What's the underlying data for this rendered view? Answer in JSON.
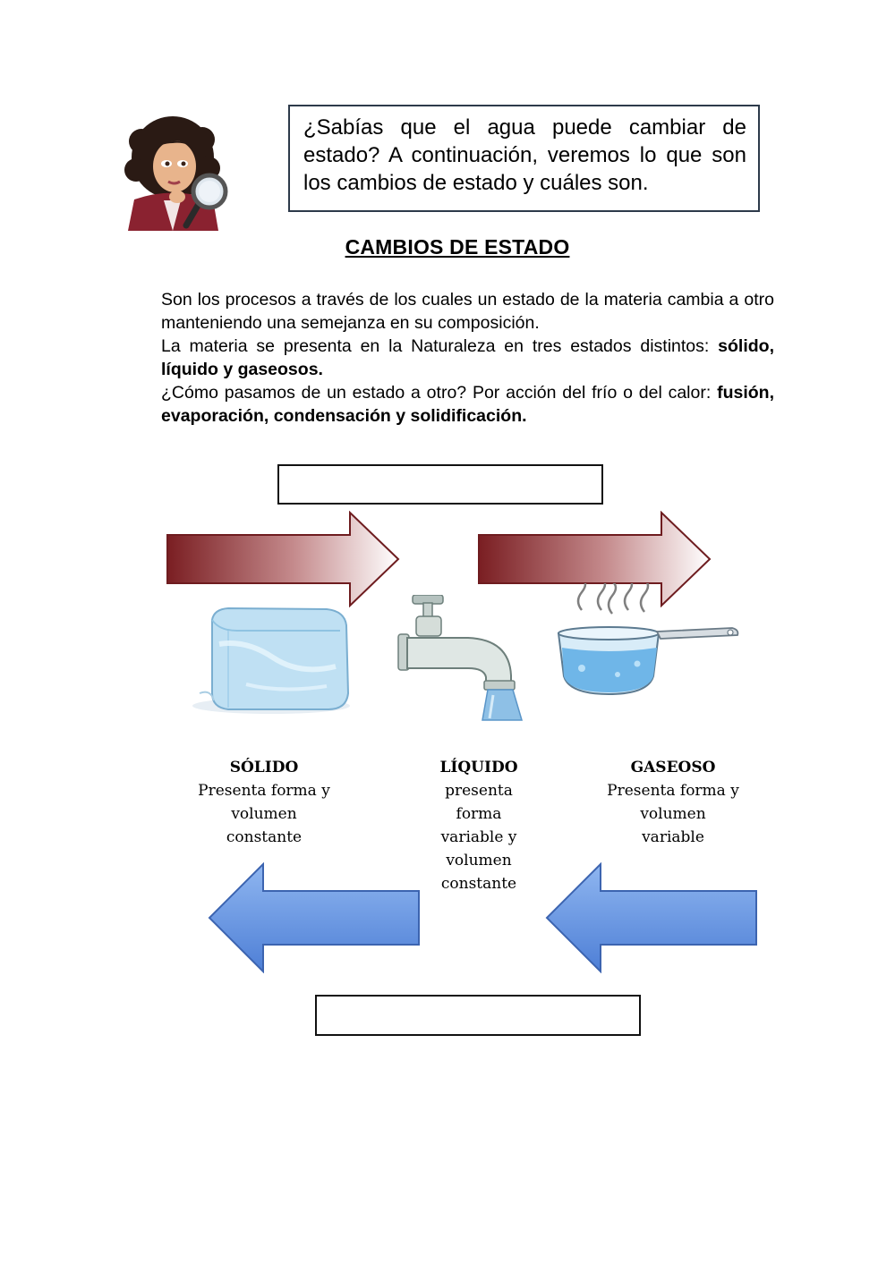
{
  "intro": {
    "text": "¿Sabías que el agua puede cambiar de estado? A continuación, veremos lo que son los cambios de estado y cuáles son."
  },
  "heading": "CAMBIOS DE ESTADO",
  "body": {
    "p1": "Son los procesos a través de los cuales un estado de la materia cambia a otro manteniendo una semejanza en su composición.",
    "p2_a": "La materia se presenta en la Naturaleza en tres estados distintos: ",
    "p2_b": "sólido, líquido y gaseosos.",
    "p3_a": "¿Cómo pasamos de un estado a otro? Por acción del frío o del calor: ",
    "p3_b": "fusión, evaporación, condensación y solidificación."
  },
  "blanks": {
    "top": "",
    "bottom": ""
  },
  "states": [
    {
      "title": "SÓLIDO",
      "l1": "Presenta forma y",
      "l2": "volumen",
      "l3": "constante",
      "l4": "",
      "l5": ""
    },
    {
      "title": "LÍQUIDO",
      "l1": "presenta",
      "l2": "forma",
      "l3": "variable y",
      "l4": "volumen",
      "l5": "constante"
    },
    {
      "title": "GASEOSO",
      "l1": "Presenta forma y",
      "l2": "volumen",
      "l3": "variable",
      "l4": "",
      "l5": ""
    }
  ],
  "colors": {
    "heat_arrow": "#8b2a2a",
    "cold_arrow": "#5b8ee0",
    "box_border": "#2d3a4a"
  },
  "icons": [
    "avatar-detective",
    "ice-cube",
    "water-tap",
    "boiling-pot"
  ]
}
